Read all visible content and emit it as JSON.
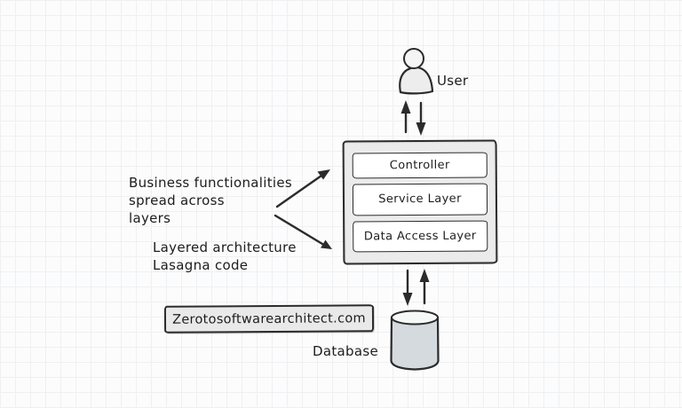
{
  "diagram": {
    "user": {
      "label": "User"
    },
    "architecture_box": {
      "layers": [
        {
          "label": "Controller"
        },
        {
          "label": "Service Layer"
        },
        {
          "label": "Data Access Layer"
        }
      ]
    },
    "annotations": {
      "business": {
        "line1": "Business functionalities",
        "line2": "spread across",
        "line3": "layers"
      },
      "layered": {
        "line1": "Layered architecture",
        "line2": "Lasagna code"
      }
    },
    "site_banner": {
      "label": "Zerotosoftwarearchitect.com"
    },
    "database": {
      "label": "Database"
    },
    "icons": {
      "user": "user-icon",
      "database": "database-cylinder-icon",
      "arrows": [
        "arrow-user-to-box-up",
        "arrow-user-to-box-down",
        "annotation-arrow-to-controller",
        "annotation-arrow-to-data-access-layer",
        "arrow-box-to-database-down",
        "arrow-box-to-database-up"
      ]
    },
    "colors": {
      "ink": "#2b2b2b",
      "outer_box_fill": "#ebebeb",
      "layer_fill": "#ffffff",
      "banner_fill": "#e9e9e9",
      "database_fill": "#d5dade",
      "grid_line": "#eef0f2",
      "background": "#fcfcfd"
    }
  }
}
